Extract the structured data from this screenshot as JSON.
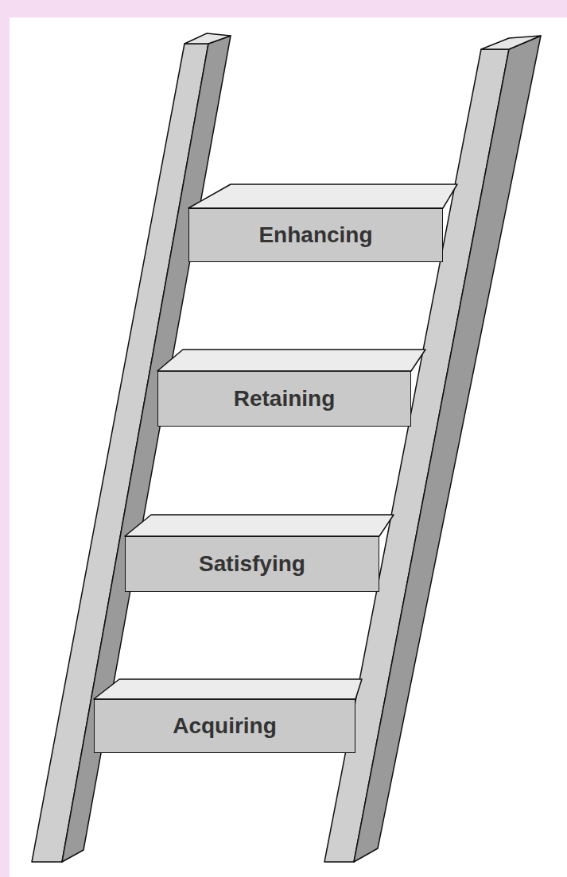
{
  "diagram": {
    "nodes": [
      {
        "text": [
          "Enhancing"
        ]
      },
      {
        "text": [
          "Retaining"
        ]
      },
      {
        "text": [
          "Satisfying"
        ]
      },
      {
        "text": [
          "Acquiring"
        ]
      }
    ]
  }
}
